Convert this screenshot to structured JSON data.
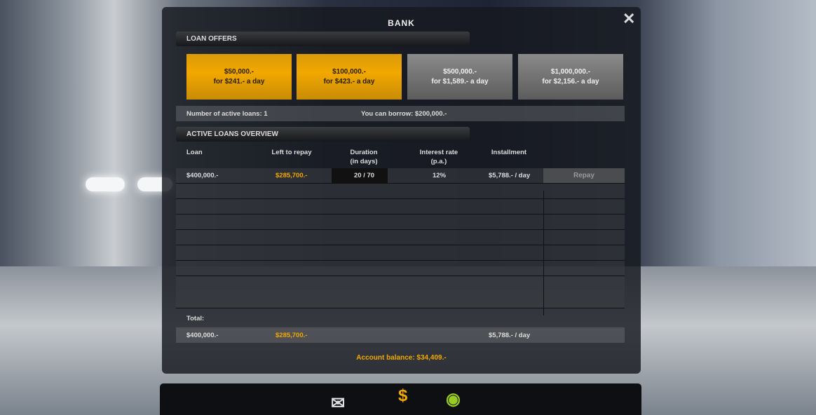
{
  "window": {
    "title": "BANK",
    "close": "✕"
  },
  "loan_offers": {
    "header": "LOAN OFFERS",
    "offers": [
      {
        "amount": "$50,000.-",
        "rate": "for $241.- a day",
        "available": true
      },
      {
        "amount": "$100,000.-",
        "rate": "for $423.- a day",
        "available": true
      },
      {
        "amount": "$500,000.-",
        "rate": "for $1,589.- a day",
        "available": false
      },
      {
        "amount": "$1,000,000.-",
        "rate": "for $2,156.- a day",
        "available": false
      }
    ]
  },
  "info": {
    "active_loans": "Number of active loans: 1",
    "can_borrow": "You can borrow: $200,000.-"
  },
  "overview": {
    "header": "ACTIVE LOANS OVERVIEW",
    "columns": {
      "loan": "Loan",
      "left": "Left to repay",
      "duration": "Duration",
      "duration2": "(in days)",
      "interest": "Interest rate",
      "interest2": "(p.a.)",
      "installment": "Installment"
    },
    "rows": [
      {
        "loan": "$400,000.-",
        "left": "$285,700.-",
        "duration": "20 / 70",
        "interest": "12%",
        "installment": "$5,788.- / day",
        "action": "Repay"
      }
    ],
    "total_label": "Total:",
    "total": {
      "loan": "$400,000.-",
      "left": "$285,700.-",
      "installment": "$5,788.- / day"
    }
  },
  "balance": "Account balance: $34,409.-",
  "bottom_icons": [
    "email-icon",
    "bank-icon",
    "map-icon"
  ],
  "bottom_glyphs": {
    "email": "✉",
    "bank": "$",
    "map": "◉"
  }
}
